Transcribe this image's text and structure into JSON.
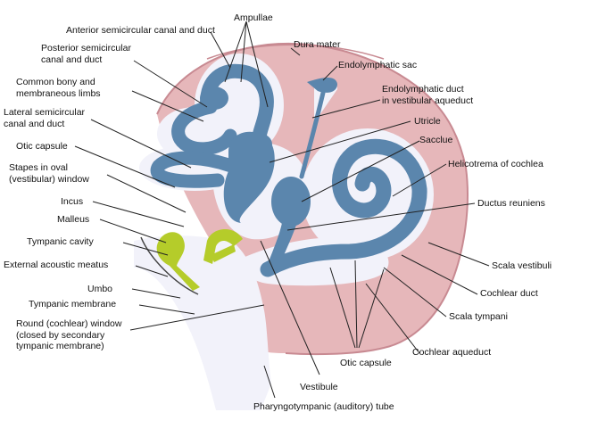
{
  "colors": {
    "bone": "#e6b7ba",
    "bone_stroke": "#c88a92",
    "membrane": "#5b86ad",
    "membrane_dark": "#3e6a93",
    "perilymph": "#f2f2fa",
    "ossicle": "#b5cc2a",
    "ossicle_dark": "#7a8d12"
  },
  "labels": {
    "ampullae": "Ampullae",
    "anterior_canal": "Anterior semicircular canal and duct",
    "posterior_canal": "Posterior semicircular\ncanal and duct",
    "common_limbs": "Common bony and\nmembraneous limbs",
    "lateral_canal": "Lateral semicircular\ncanal and duct",
    "otic_capsule_left": "Otic capsule",
    "stapes": "Stapes in oval\n(vestibular) window",
    "incus": "Incus",
    "malleus": "Malleus",
    "tympanic_cavity": "Tympanic cavity",
    "external_meatus": "External acoustic meatus",
    "umbo": "Umbo",
    "tympanic_membrane": "Tympanic membrane",
    "round_window": "Round (cochlear) window\n(closed by secondary\ntympanic membrane)",
    "dura_mater": "Dura mater",
    "endolymphatic_sac": "Endolymphatic sac",
    "endolymphatic_duct": "Endolymphatic duct\nin vestibular aqueduct",
    "utricle": "Utricle",
    "saccule": "Sacclue",
    "helicotrema": "Helicotrema of cochlea",
    "ductus_reuniens": "Ductus reuniens",
    "scala_vestibuli": "Scala vestibuli",
    "cochlear_duct": "Cochlear duct",
    "scala_tympani": "Scala tympani",
    "cochlear_aqueduct": "Cochlear aqueduct",
    "otic_capsule_bottom": "Otic capsule",
    "vestibule": "Vestibule",
    "pharyngotympanic_tube": "Pharyngotympanic (auditory) tube"
  }
}
